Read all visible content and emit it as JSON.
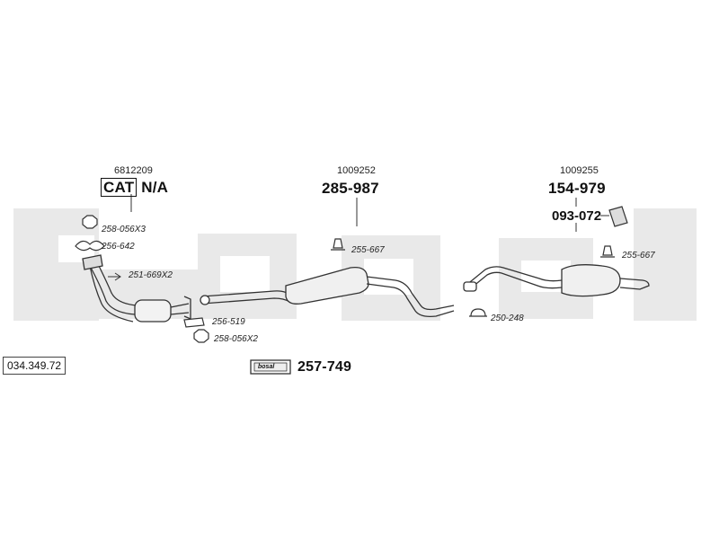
{
  "watermark": "bosal",
  "parts": {
    "cat": {
      "oe": "6812209",
      "cat": "CAT",
      "na": "N/A"
    },
    "middle": {
      "oe": "1009252",
      "number": "285-987"
    },
    "rear": {
      "oe": "1009255",
      "number": "154-979",
      "sub_number": "093-072"
    }
  },
  "labels": {
    "l1": "258-056X3",
    "l2": "256-642",
    "l3": "251-669X2",
    "l4": "256-519",
    "l5": "258-056X2",
    "l6": "255-667",
    "l7": "250-248",
    "l8": "255-667"
  },
  "kit": {
    "brand": "bosal",
    "number": "257-749"
  },
  "code": "034.349.72"
}
